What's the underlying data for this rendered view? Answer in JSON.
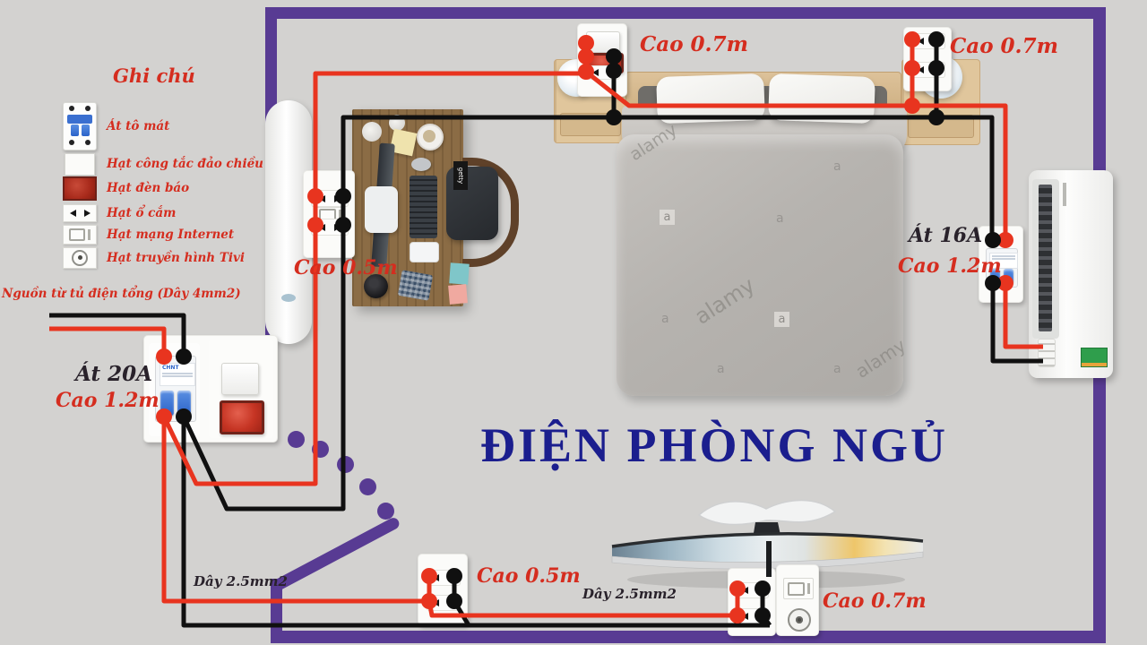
{
  "title": "ĐIỆN PHÒNG NGỦ",
  "legend": {
    "heading": "Ghi chú",
    "items": [
      {
        "label": "Át tô mát"
      },
      {
        "label": "Hạt công tắc đảo chiều"
      },
      {
        "label": "Hạt đèn báo"
      },
      {
        "label": "Hạt ổ cắm"
      },
      {
        "label": "Hạt mạng Internet"
      },
      {
        "label": "Hạt truyền hình Tivi"
      }
    ]
  },
  "source": {
    "label": "Nguồn từ tủ điện tổng (Dây 4mm2)"
  },
  "breakers": {
    "b20": {
      "name": "Át 20A",
      "height": "Cao 1.2m",
      "brand": "CHNT"
    },
    "b16": {
      "name": "Át 16A",
      "height": "Cao 1.2m"
    }
  },
  "outlets": {
    "desk": {
      "height": "Cao 0.5m"
    },
    "bed_left": {
      "height": "Cao 0.7m"
    },
    "bed_right": {
      "height": "Cao 0.7m"
    },
    "floor": {
      "height": "Cao 0.5m"
    },
    "tv": {
      "height": "Cao 0.7m"
    }
  },
  "wires": {
    "left_label": "Dây 2.5mm2",
    "right_label": "Dây 2.5mm2"
  },
  "watermarks": {
    "brand": "alamy",
    "mark": "a",
    "chair_tag": "getty"
  },
  "colors": {
    "background": "#d3d2d0",
    "wall_purple": "#583b93",
    "wire_live_red": "#e8341f",
    "wire_neutral_black": "#101010",
    "label_red": "#d52d1f",
    "label_dark": "#29222b",
    "title_blue": "#1b1e8e"
  }
}
